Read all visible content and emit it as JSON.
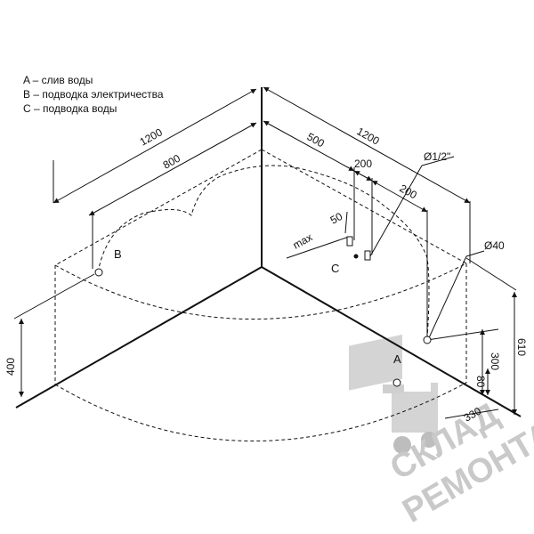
{
  "legend": [
    {
      "letter": "A",
      "text": "A – слив воды"
    },
    {
      "letter": "B",
      "text": "B – подводка электричества"
    },
    {
      "letter": "C",
      "text": "C – подводка воды"
    }
  ],
  "markers": {
    "a": "A",
    "b": "B",
    "c": "C"
  },
  "dimensions": {
    "left_outer": "1200",
    "left_inner": "800",
    "right_outer": "1200",
    "right_500": "500",
    "right_200a": "200",
    "right_200b": "200",
    "pipe": "Ø1/2\"",
    "drain": "Ø40",
    "d50": "50",
    "max": "max",
    "h400": "400",
    "h300": "300",
    "h80": "80",
    "h610": "610",
    "d330": "330"
  },
  "watermark": {
    "line1": "СКЛАД",
    "line2": "РЕМОНТА"
  },
  "colors": {
    "line": "#111111",
    "watermark": "#c9c9c9"
  }
}
